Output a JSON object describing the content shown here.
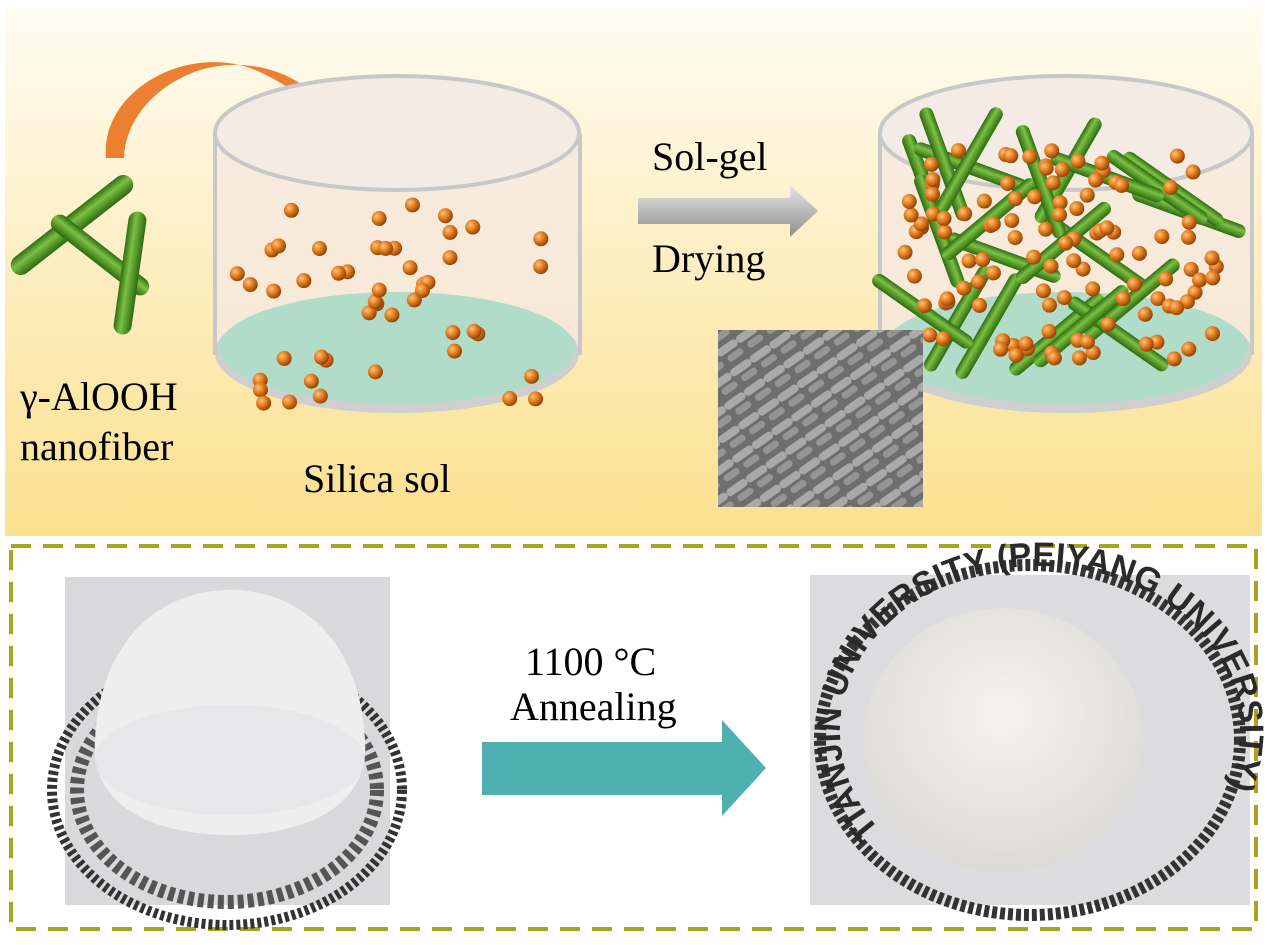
{
  "top_panel": {
    "fiber_label_line1": "γ-AlOOH",
    "fiber_label_line2": "nanofiber",
    "beaker_label": "Silica sol",
    "step_label_top": "Sol-gel",
    "step_label_bottom": "Drying"
  },
  "bottom_panel": {
    "step_label_top": "1100 °C",
    "step_label_bottom": "Annealing",
    "seal_text": "TIANJIN UNIVERSITY (PEIYANG UNIVERSITY)"
  },
  "colors": {
    "panel_top": "#fffcf2",
    "panel_bottom": "#fbe08e",
    "particle": "#e07a1c",
    "fiber": "#4c9a22",
    "liquid": "#b2dcca",
    "curved_arrow": "#ec7f32",
    "anneal_arrow": "#4fb0b2",
    "dashed_border": "#a9a51e"
  }
}
